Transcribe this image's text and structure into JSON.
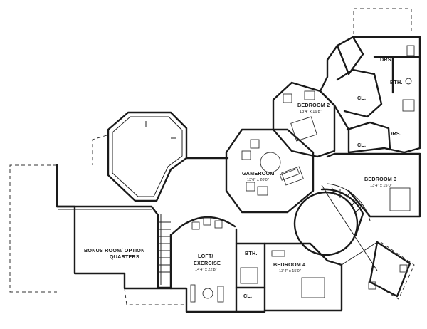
{
  "rooms": {
    "bonus": {
      "label_line1": "BONUS ROOM/ OPTION",
      "label_line2": "QUARTERS"
    },
    "gameroom": {
      "label": "GAMEROOM",
      "dims": "13'6\" x 20'0\""
    },
    "bedroom2": {
      "label": "BEDROOM 2",
      "dims": "13'4\" x 16'8\""
    },
    "bedroom3": {
      "label": "BEDROOM 3",
      "dims": "13'4\" x 15'0\""
    },
    "bedroom4": {
      "label": "BEDROOM 4",
      "dims": "13'4\" x 15'0\""
    },
    "loft": {
      "label_line1": "LOFT/",
      "label_line2": "EXERCISE",
      "dims": "14'4\" x 22'8\""
    },
    "closet_b2": {
      "label": "CL."
    },
    "closet_b3": {
      "label": "CL."
    },
    "closet_b4": {
      "label": "CL."
    },
    "dressing_top": {
      "label": "DRS."
    },
    "dressing_mid": {
      "label": "DRS."
    },
    "bath_top": {
      "label": "BTH."
    },
    "bath_loft": {
      "label": "BTH."
    }
  }
}
